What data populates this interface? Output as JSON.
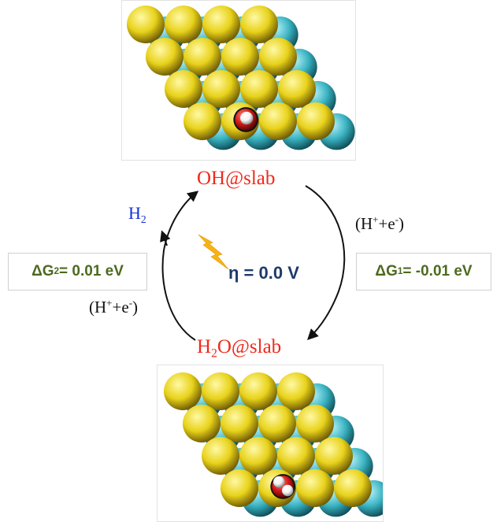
{
  "top_panel": {
    "name": "OH-adsorbed slab structure"
  },
  "bottom_panel": {
    "name": "H2O-adsorbed slab structure"
  },
  "cycle": {
    "top_state": {
      "main": "OH@slab"
    },
    "bottom_state": {
      "pre": "H",
      "sub": "2",
      "post": "O@slab"
    },
    "h2": {
      "main": "H",
      "sub": "2"
    },
    "right_reagent": {
      "open": "(H",
      "sup1": "+",
      "mid": "+e",
      "sup2": "-",
      "close": ")"
    },
    "left_reagent": {
      "open": "(H",
      "sup1": "+",
      "mid": "+e",
      "sup2": "-",
      "close": ")"
    },
    "dg1": {
      "pre": "ΔG",
      "sub": "1",
      "post": " = -0.01 eV"
    },
    "dg2": {
      "pre": "ΔG",
      "sub": "2",
      "post": " = 0.01 eV"
    },
    "eta": "η = 0.0 V"
  },
  "colors": {
    "gold_atom": "#e8d21a",
    "teal_atom": "#3ab3c2",
    "oxygen": "#d01818",
    "hydrogen": "#f2f2f2",
    "state_label": "#ee2a1b",
    "h2_label": "#1530d6",
    "dg_label": "#4d6a1f",
    "eta_label": "#1e3a6a",
    "lightning": "#f7b316"
  }
}
